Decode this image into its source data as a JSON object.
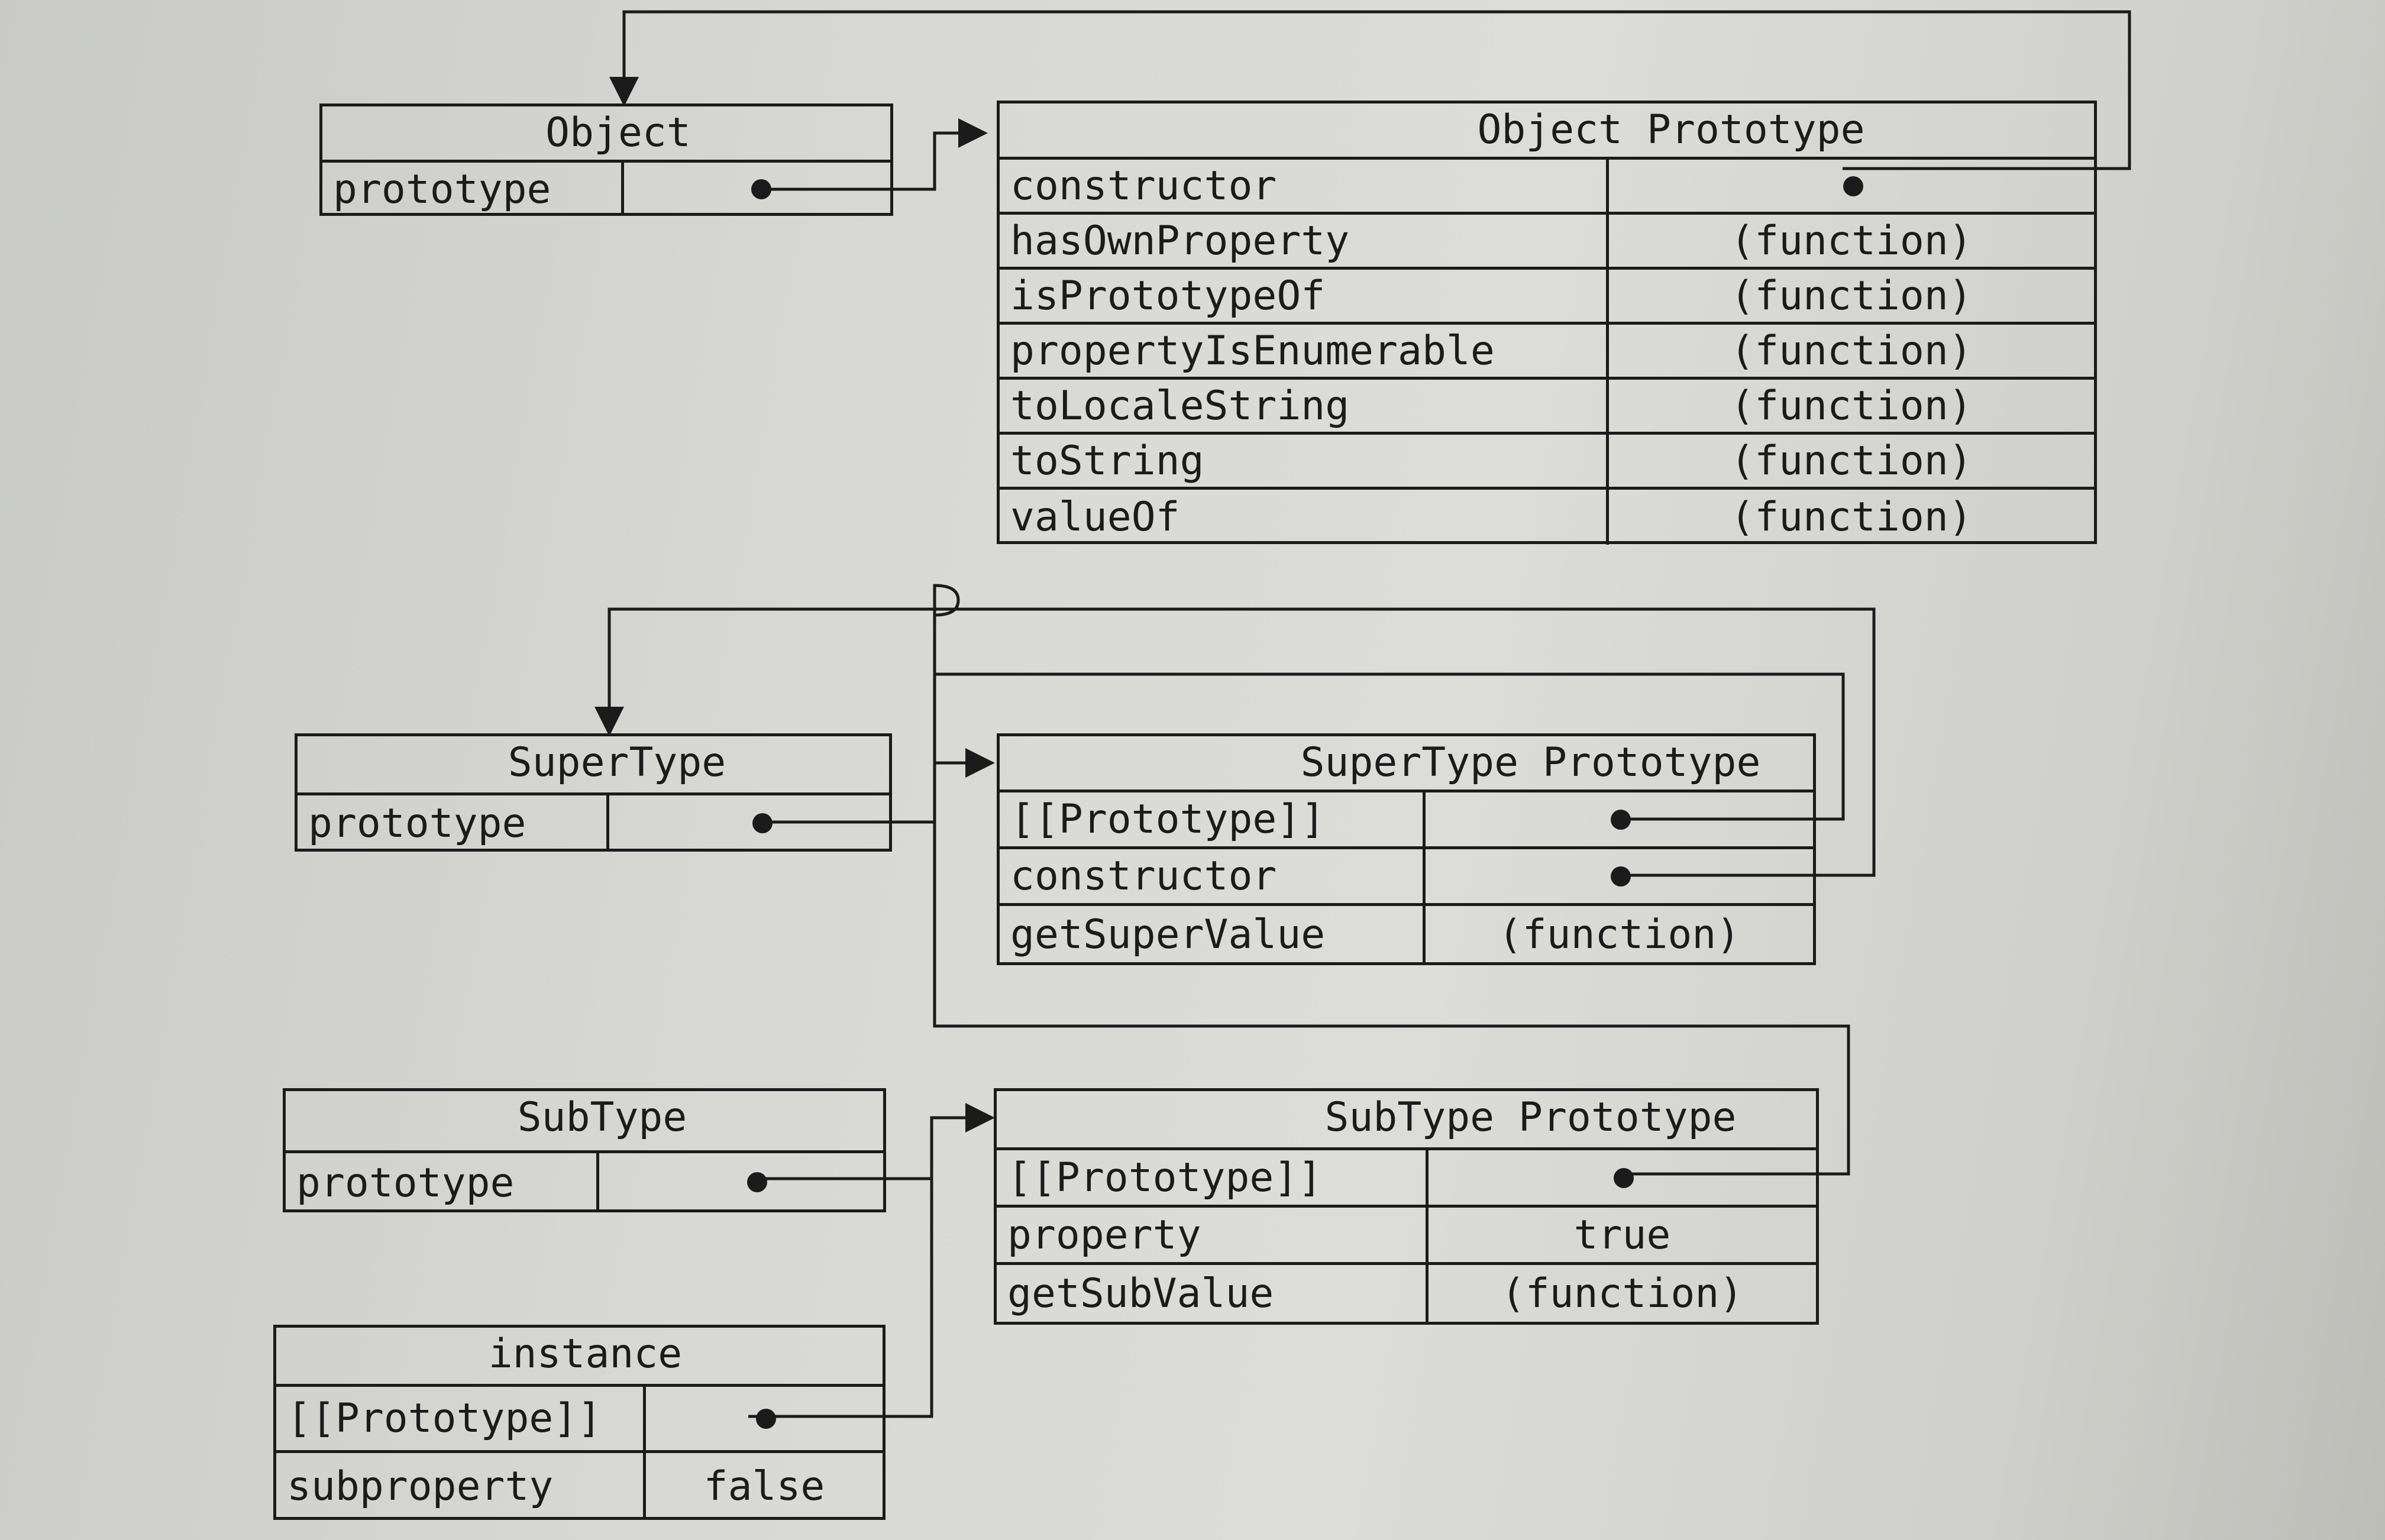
{
  "object": {
    "title": "Object",
    "prototype_label": "prototype"
  },
  "object_prototype": {
    "title": "Object Prototype",
    "rows": [
      {
        "name": "constructor",
        "value": ""
      },
      {
        "name": "hasOwnProperty",
        "value": "(function)"
      },
      {
        "name": "isPrototypeOf",
        "value": "(function)"
      },
      {
        "name": "propertyIsEnumerable",
        "value": "(function)"
      },
      {
        "name": "toLocaleString",
        "value": "(function)"
      },
      {
        "name": "toString",
        "value": "(function)"
      },
      {
        "name": "valueOf",
        "value": "(function)"
      }
    ]
  },
  "supertype": {
    "title": "SuperType",
    "prototype_label": "prototype"
  },
  "supertype_prototype": {
    "title": "SuperType Prototype",
    "rows": [
      {
        "name": "[[Prototype]]",
        "value": ""
      },
      {
        "name": "constructor",
        "value": ""
      },
      {
        "name": "getSuperValue",
        "value": "(function)"
      }
    ]
  },
  "subtype": {
    "title": "SubType",
    "prototype_label": "prototype"
  },
  "subtype_prototype": {
    "title": "SubType Prototype",
    "rows": [
      {
        "name": "[[Prototype]]",
        "value": ""
      },
      {
        "name": "property",
        "value": "true"
      },
      {
        "name": "getSubValue",
        "value": "(function)"
      }
    ]
  },
  "instance": {
    "title": "instance",
    "rows": [
      {
        "name": "[[Prototype]]",
        "value": ""
      },
      {
        "name": "subproperty",
        "value": "false"
      }
    ]
  }
}
